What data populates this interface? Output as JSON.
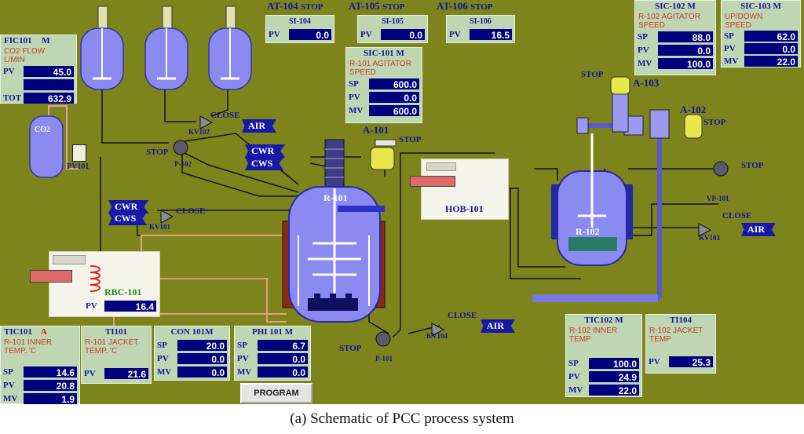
{
  "caption": "(a) Schematic of PCC process system",
  "at_header": [
    {
      "tag": "AT-104",
      "state": "STOP"
    },
    {
      "tag": "AT-105",
      "state": "STOP"
    },
    {
      "tag": "AT-106",
      "state": "STOP"
    }
  ],
  "si_panels": [
    {
      "title": "SI-104",
      "pv_label": "PV",
      "pv": "0.0"
    },
    {
      "title": "SI-105",
      "pv_label": "PV",
      "pv": "0.0"
    },
    {
      "title": "SI-106",
      "pv_label": "PV",
      "pv": "16.5"
    }
  ],
  "fic101": {
    "title": "FIC101",
    "mode": "M",
    "desc": "CO2 FLOW\nL/MIN",
    "pv_label": "PV",
    "pv": "45.0",
    "tot_label": "TOT",
    "tot": "632.9"
  },
  "sic101": {
    "title": "SIC-101",
    "mode": "M",
    "desc": "R-101 AGITATOR\nSPEED",
    "sp_label": "SP",
    "sp": "600.0",
    "pv_label": "PV",
    "pv": "0.0",
    "mv_label": "MV",
    "mv": "600.0"
  },
  "sic102": {
    "title": "SIC-102",
    "mode": "M",
    "desc": "R-102 AGITATOR\nSPEED",
    "sp_label": "SP",
    "sp": "88.0",
    "pv_label": "PV",
    "pv": "0.0",
    "mv_label": "MV",
    "mv": "100.0"
  },
  "sic103": {
    "title": "SIC-103",
    "mode": "M",
    "desc": "UP/DOWN\nSPEED",
    "sp_label": "SP",
    "sp": "62.0",
    "pv_label": "PV",
    "pv": "0.0",
    "mv_label": "MV",
    "mv": "22.0"
  },
  "tic101": {
    "title": "TIC101",
    "mode": "A",
    "desc": "R-101 INNER\nTEMP. 'C",
    "sp_label": "SP",
    "sp": "14.6",
    "pv_label": "PV",
    "pv": "20.8",
    "mv_label": "MV",
    "mv": "1.9"
  },
  "ti101": {
    "title": "TI101",
    "desc": "R-101 JACKET\nTEMP. 'C",
    "pv_label": "PV",
    "pv": "21.6"
  },
  "con101": {
    "title": "CON 101",
    "mode": "M",
    "sp_label": "SP",
    "sp": "20.0",
    "pv_label": "PV",
    "pv": "0.0",
    "mv_label": "MV",
    "mv": "0.0"
  },
  "phi101": {
    "title": "PHI 101",
    "mode": "M",
    "sp_label": "SP",
    "sp": "6.7",
    "pv_label": "PV",
    "pv": "0.0",
    "mv_label": "MV",
    "mv": "0.0"
  },
  "tic102": {
    "title": "TIC102",
    "mode": "M",
    "desc": "R-102 INNER\nTEMP",
    "sp_label": "SP",
    "sp": "100.0",
    "pv_label": "PV",
    "pv": "24.9",
    "mv_label": "MV",
    "mv": "22.0"
  },
  "ti104": {
    "title": "TI104",
    "desc": "R-102 JACKET\nTEMP",
    "pv_label": "PV",
    "pv": "25.3"
  },
  "rbc101": {
    "label": "RBC-101",
    "pv_label": "PV",
    "pv": "16.4"
  },
  "program_button": "PROGRAM",
  "labels": {
    "co2": "CO2",
    "pv101": "PV101",
    "kv102": "KV102",
    "kv102_state": "CLOSE",
    "p102": "P-102",
    "p102_state": "STOP",
    "kv101": "KV101",
    "kv101_state": "CLOSE",
    "r101": "R-101",
    "a101": "A-101",
    "a101_state": "STOP",
    "p101": "P-101",
    "p101_state": "STOP",
    "kv104": "KV104",
    "kv104_state": "CLOSE",
    "hob101": "HOB-101",
    "r102": "R-102",
    "a102": "A-102",
    "a102_state": "STOP",
    "a103": "A-103",
    "a103_state": "STOP",
    "vp101": "VP-101",
    "vp101_state": "STOP",
    "kv103": "KV103",
    "kv103_state": "CLOSE"
  },
  "flags": {
    "air1": "AIR",
    "cwr1": "CWR",
    "cws1": "CWS",
    "cwr2": "CWR",
    "cws2": "CWS",
    "air2": "AIR",
    "air3": "AIR"
  },
  "colors": {
    "background": "#7e841c",
    "panel": "#bfd6b2",
    "value_box": "#00007e",
    "tag_text": "#12129a",
    "vessel": "#8a8af0",
    "alarm": "#cc1a1a"
  }
}
